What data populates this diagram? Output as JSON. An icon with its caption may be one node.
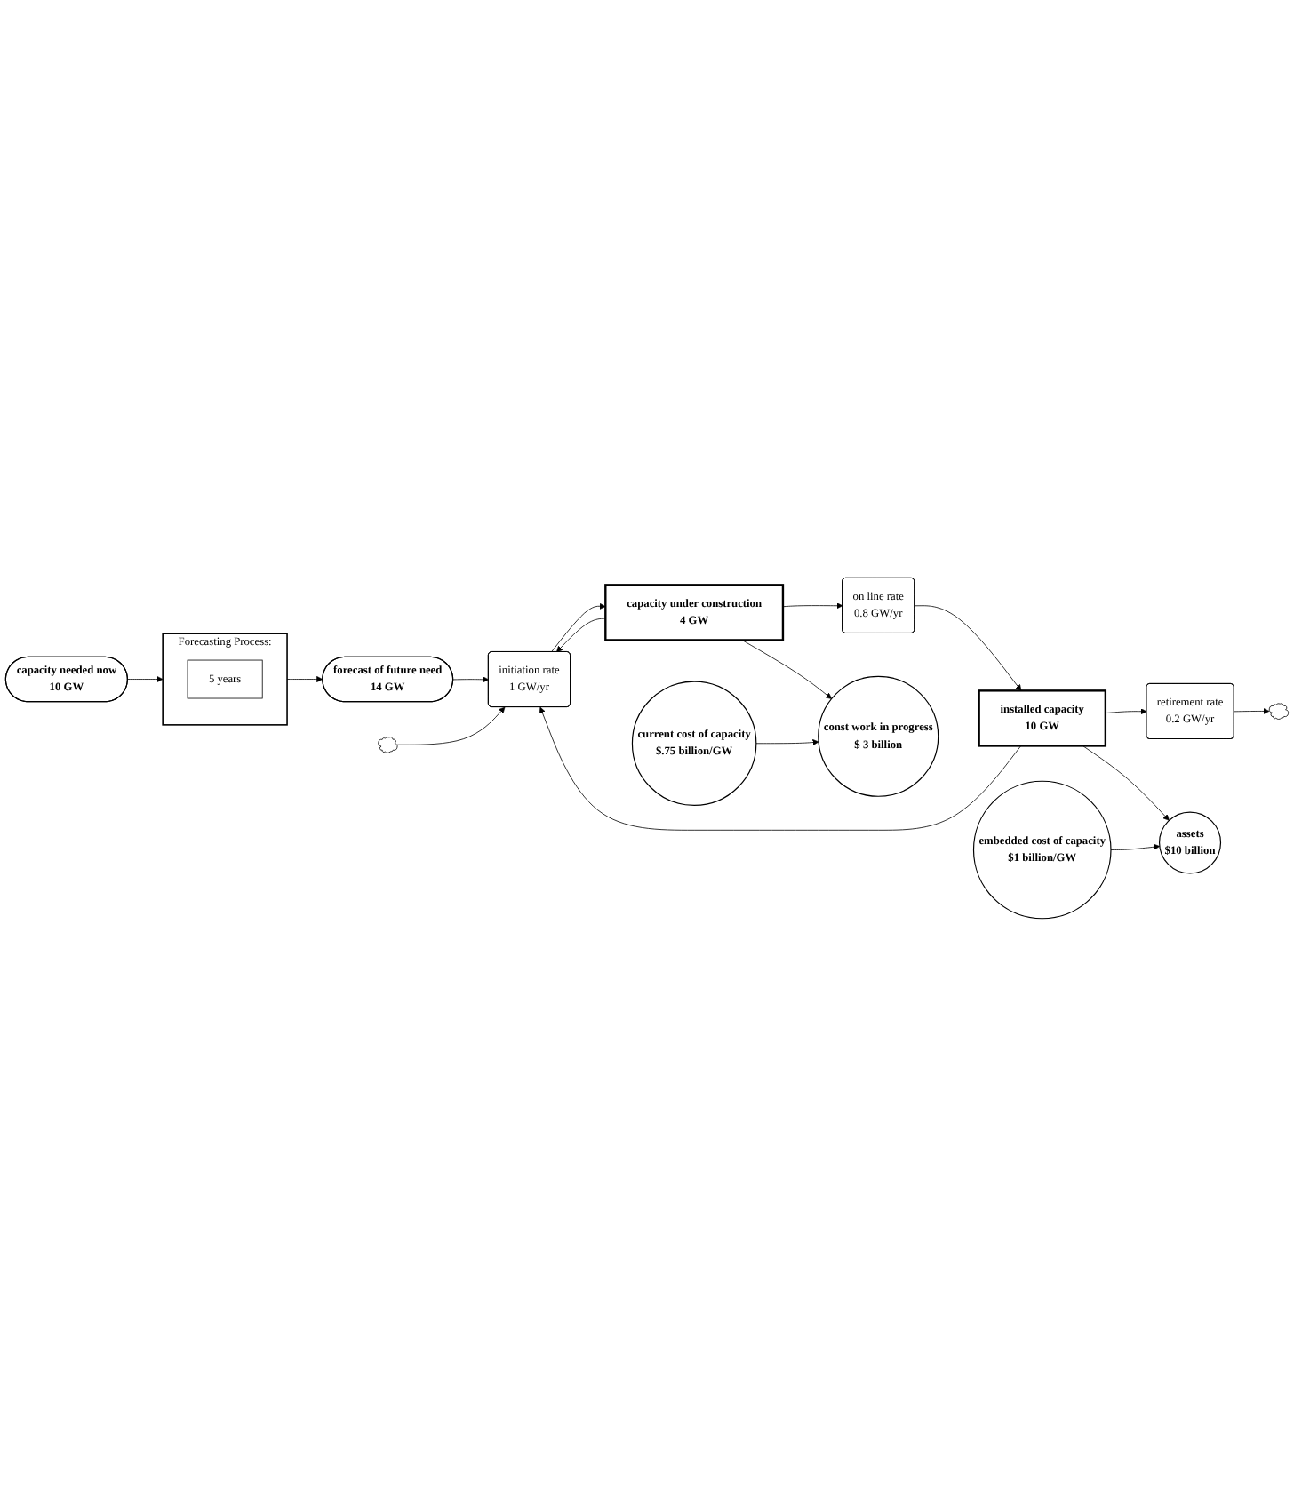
{
  "diagram": {
    "nodes": [
      {
        "text": [
          "Forecasting Process:"
        ]
      },
      {
        "text": [
          "5 years"
        ],
        "in": 0
      },
      {
        "text": [
          "forecast of future need",
          "14 GW"
        ]
      },
      {
        "text": [
          "capacity needed now",
          "10 GW"
        ]
      },
      {
        "text": [],
        "shape": "cloud"
      },
      {
        "text": [
          "initiation rate",
          "1 GW/yr"
        ]
      },
      {
        "text": [
          "capacity under construction",
          "4 GW"
        ]
      },
      {
        "text": [
          "on line rate",
          "0.8 GW/yr"
        ]
      },
      {
        "text": [
          "installed capacity",
          "10 GW"
        ]
      },
      {
        "text": [
          "retirement rate",
          "0.2 GW/yr"
        ]
      },
      {
        "text": [],
        "shape": "cloud"
      },
      {
        "text": [
          "const work in progress",
          "$ 3 billion"
        ]
      },
      {
        "text": [
          "assets",
          "$10 billion"
        ]
      },
      {
        "text": [
          "current cost of capacity",
          "$.75 billion/GW"
        ]
      },
      {
        "text": [
          "embedded cost of capacity",
          "$1 billion/GW"
        ]
      }
    ],
    "edges": [
      {
        "from": 0,
        "to": 2,
        "arrow": "to"
      },
      {
        "from": 3,
        "to": 0,
        "arrow": "to"
      },
      {
        "from": 2,
        "to": 5,
        "arrow": "to"
      },
      {
        "from": 6,
        "to": 5,
        "arrow": "to"
      },
      {
        "from": 8,
        "to": 5,
        "arrow": "to"
      },
      {
        "from": 4,
        "to": 5,
        "arrow": "to"
      },
      {
        "from": 5,
        "to": 6,
        "arrow": "to"
      },
      {
        "from": 6,
        "to": 7,
        "arrow": "to"
      },
      {
        "from": 7,
        "to": 8,
        "arrow": "to"
      },
      {
        "from": 8,
        "to": 9,
        "arrow": "to"
      },
      {
        "from": 9,
        "to": 10,
        "arrow": "to"
      },
      {
        "from": 6,
        "to": 11,
        "arrow": "to"
      },
      {
        "from": 8,
        "to": 12,
        "arrow": "to"
      },
      {
        "from": 13,
        "to": 11,
        "arrow": "to"
      },
      {
        "from": 14,
        "to": 12,
        "arrow": "to"
      }
    ]
  }
}
